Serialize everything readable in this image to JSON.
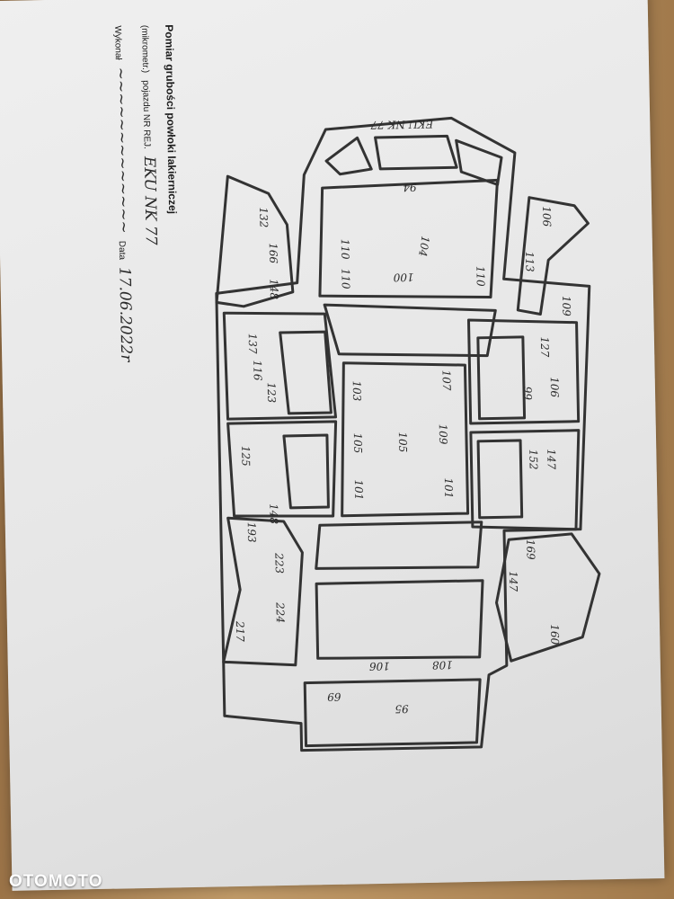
{
  "header": {
    "title": "Pomiar grubości powłoki lakierniczej",
    "unit_note": "(mikrometr.)",
    "vehicle_label": "pojazdu NR REJ.",
    "vehicle_plate": "EKU NK 77",
    "performed_label": "Wykonał",
    "date_label": "Data",
    "date_value": "17.06.2022r"
  },
  "diagram": {
    "roof_plate": "EKU NK 77",
    "readings": {
      "bonnet_1": "110",
      "bonnet_2": "100",
      "bonnet_3": "104",
      "bonnet_4": "94",
      "bonnet_5": "110",
      "bonnet_6": "110",
      "wing_fl_1": "166",
      "wing_fl_2": "148",
      "wing_fl_3": "132",
      "wing_fr_1": "106",
      "wing_fr_2": "113",
      "wing_fr_3": "109",
      "door_fl_1": "137",
      "door_fl_2": "116",
      "door_fl_3": "123",
      "door_rl_1": "125",
      "door_rl_2": "148",
      "door_fr_1": "127",
      "door_fr_2": "106",
      "door_fr_3": "99",
      "door_rr_1": "147",
      "door_rr_2": "152",
      "roof_1": "107",
      "roof_2": "103",
      "roof_3": "109",
      "roof_4": "105",
      "roof_5": "105",
      "roof_6": "101",
      "roof_7": "101",
      "wing_rl_1": "193",
      "wing_rl_2": "223",
      "wing_rl_3": "224",
      "wing_rl_4": "217",
      "wing_rr_1": "169",
      "wing_rr_2": "147",
      "wing_rr_3": "160",
      "boot_1": "106",
      "boot_2": "108",
      "bumper_1": "69",
      "bumper_2": "95"
    }
  },
  "watermark": "OTOMOTO"
}
